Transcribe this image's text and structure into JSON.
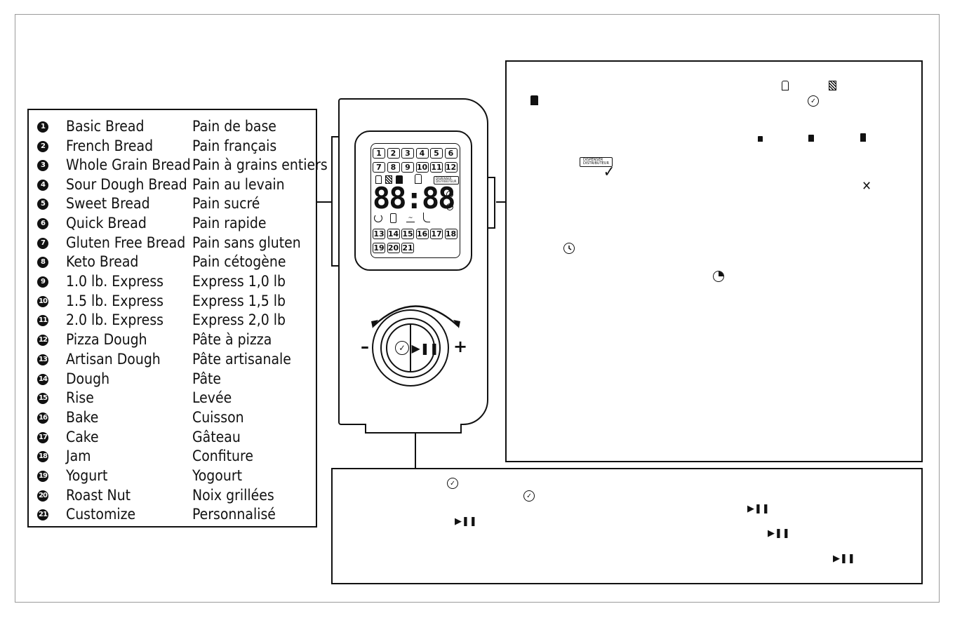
{
  "programs": [
    {
      "num": "1",
      "en": "Basic Bread",
      "fr": "Pain de base"
    },
    {
      "num": "2",
      "en": "French Bread",
      "fr": "Pain français"
    },
    {
      "num": "3",
      "en": "Whole Grain Bread",
      "fr": "Pain à grains entiers"
    },
    {
      "num": "4",
      "en": "Sour Dough Bread",
      "fr": "Pain  au  levain"
    },
    {
      "num": "5",
      "en": "Sweet   Bread",
      "fr": "Pain sucré"
    },
    {
      "num": "6",
      "en": "Quick Bread",
      "fr": "Pain rapide"
    },
    {
      "num": "7",
      "en": "Gluten Free Bread",
      "fr": "Pain sans gluten"
    },
    {
      "num": "8",
      "en": "Keto Bread",
      "fr": "Pain cétogène"
    },
    {
      "num": "9",
      "en": "1.0 lb. Express",
      "fr": "Express 1,0  lb"
    },
    {
      "num": "10",
      "en": "1.5 lb. Express",
      "fr": "Express 1,5  lb"
    },
    {
      "num": "11",
      "en": "2.0 lb. Express",
      "fr": "Express 2,0  lb"
    },
    {
      "num": "12",
      "en": "Pizza Dough",
      "fr": "Pâte à pizza"
    },
    {
      "num": "13",
      "en": "Artisan Dough",
      "fr": "Pâte  artisanale"
    },
    {
      "num": "14",
      "en": "Dough",
      "fr": "Pâte"
    },
    {
      "num": "15",
      "en": "Rise",
      "fr": "Levée"
    },
    {
      "num": "16",
      "en": "Bake",
      "fr": "Cuisson"
    },
    {
      "num": "17",
      "en": "Cake",
      "fr": "Gâteau"
    },
    {
      "num": "18",
      "en": "Jam",
      "fr": "Confiture"
    },
    {
      "num": "19",
      "en": "Yogurt",
      "fr": "Yogourt"
    },
    {
      "num": "20",
      "en": "Roast Nut",
      "fr": "Noix grillées"
    },
    {
      "num": "21",
      "en": "Customize",
      "fr": "Personnalisé"
    }
  ],
  "display": {
    "row1": [
      "1",
      "2",
      "3",
      "4",
      "5",
      "6"
    ],
    "row2": [
      "7",
      "8",
      "9",
      "10",
      "11",
      "12"
    ],
    "row3": [
      "13",
      "14",
      "15",
      "16",
      "17",
      "18"
    ],
    "row4": [
      "19",
      "20",
      "21"
    ],
    "time": "88:88",
    "dispenser_line1": "DISPENSER",
    "dispenser_line2": "DISTRIBUTEUR"
  },
  "dial": {
    "minus": "–",
    "plus": "+"
  }
}
